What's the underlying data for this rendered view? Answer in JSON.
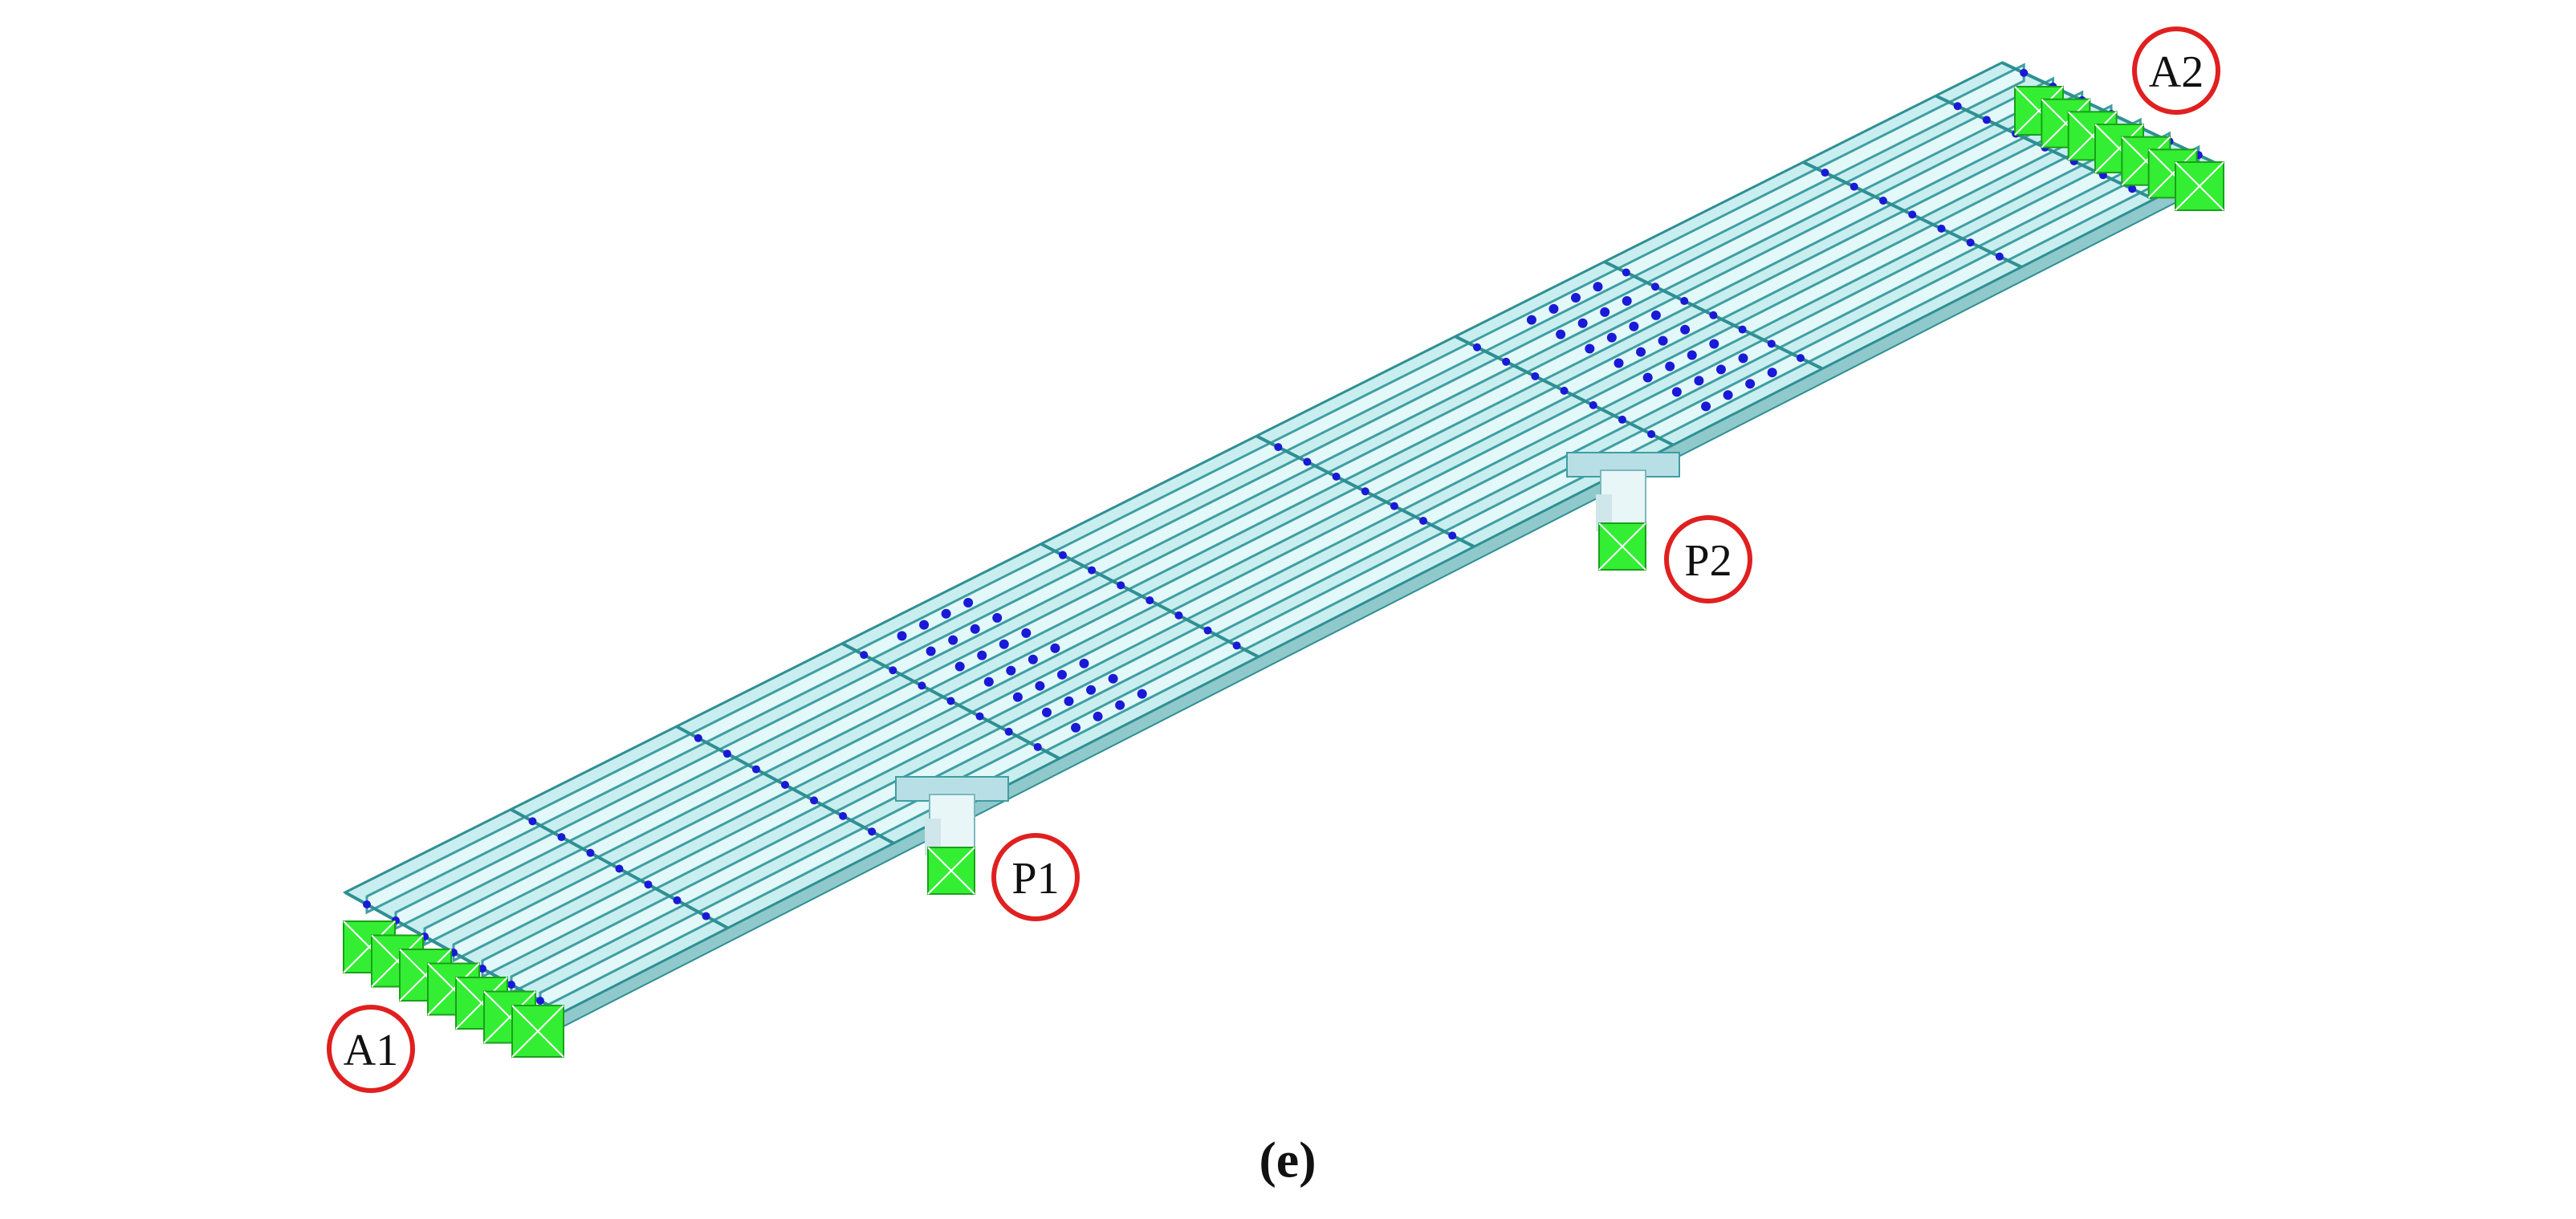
{
  "figure": {
    "caption": "(e)"
  },
  "labels": {
    "abutment_1": "A1",
    "abutment_2": "A2",
    "pier_1": "P1",
    "pier_2": "P2"
  },
  "colors": {
    "background": "#ffffff",
    "deck_fill": "#c9eef0",
    "deck_edge": "#2f8f93",
    "girder_fill": "#e3f8f9",
    "girder_edge": "#3f9ea2",
    "node_marker": "#1a1ad6",
    "support_block": "#33ee33",
    "support_edge": "#1aa01a",
    "pier": "#b9dfe6",
    "callout_ring": "#e02020"
  },
  "counts": {
    "girders": 7
  }
}
